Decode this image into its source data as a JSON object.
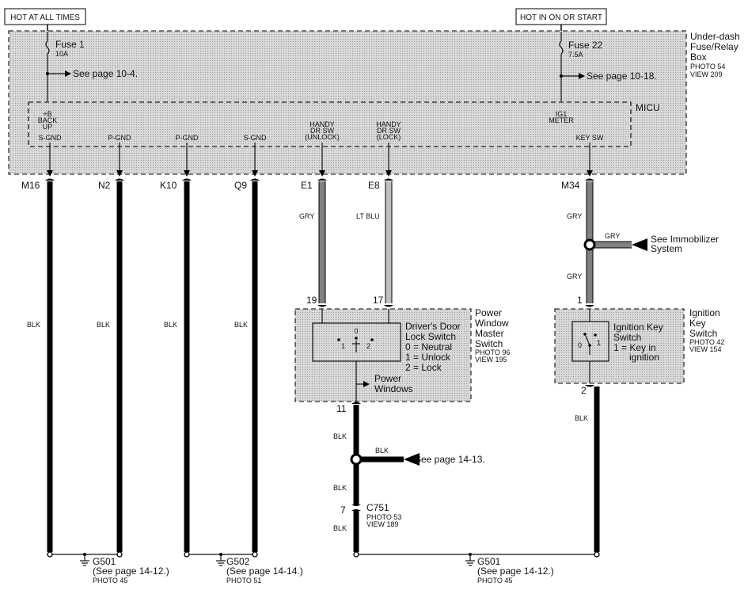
{
  "labels": {
    "hot_at_all_times": "HOT AT ALL TIMES",
    "hot_in_on_or_start": "HOT IN ON OR START"
  },
  "fuse_box": {
    "name_l1": "Under-dash",
    "name_l2": "Fuse/Relay",
    "name_l3": "Box",
    "photo": "PHOTO 54",
    "view": "VIEW 209",
    "fuse1_name": "Fuse 1",
    "fuse1_rating": "10A",
    "fuse1_ref": "See page 10-4.",
    "fuse22_name": "Fuse 22",
    "fuse22_rating": "7.5A",
    "fuse22_ref": "See page 10-18."
  },
  "micu": {
    "name": "MICU",
    "backup_l1": "+B",
    "backup_l2": "BACK",
    "backup_l3": "UP",
    "ig1_l1": "IG1",
    "ig1_l2": "METER",
    "terminals": [
      "S-GND",
      "P-GND",
      "P-GND",
      "S-GND",
      "HANDY",
      "HANDY",
      "KEY SW"
    ],
    "handy_unlock_l2": "DR SW",
    "handy_unlock_l3": "(UNLOCK)",
    "handy_lock_l2": "DR SW",
    "handy_lock_l3": "(LOCK)"
  },
  "pins": [
    "M16",
    "N2",
    "K10",
    "Q9",
    "E1",
    "E8",
    "M34"
  ],
  "wires": {
    "blk": "BLK",
    "gry": "GRY",
    "lt_blu": "LT BLU"
  },
  "immobilizer": {
    "wire": "GRY",
    "ref_l1": "See Immobilizer",
    "ref_l2": "System"
  },
  "pww": {
    "pin19": "19",
    "pin17": "17",
    "pin11": "11",
    "title_l1": "Power",
    "title_l2": "Window",
    "title_l3": "Master",
    "title_l4": "Switch",
    "photo": "PHOTO 96",
    "view": "VIEW 195",
    "sw_title_l1": "Driver's Door",
    "sw_title_l2": "Lock Switch",
    "sw_l3": "0 = Neutral",
    "sw_l4": "1 = Unlock",
    "sw_l5": "2 = Lock",
    "pos0": "0",
    "pos1": "1",
    "pos2": "2",
    "power_windows_l1": "Power",
    "power_windows_l2": "Windows"
  },
  "ignition": {
    "pin1": "1",
    "pin2": "2",
    "title_l1": "Ignition",
    "title_l2": "Key",
    "title_l3": "Switch",
    "photo": "PHOTO 42",
    "view": "VIEW 154",
    "sw_l1": "Ignition Key",
    "sw_l2": "Switch",
    "sw_l3": "1 = Key in",
    "sw_l4": "ignition",
    "pos0": "0",
    "pos1": "1"
  },
  "splice": {
    "wire": "BLK",
    "ref": "See page 14-13."
  },
  "connector": {
    "pin": "7",
    "name": "C751",
    "photo": "PHOTO 53",
    "view": "VIEW 189"
  },
  "grounds": [
    {
      "name": "G501",
      "ref": "(See page 14-12.)",
      "photo": "PHOTO 45"
    },
    {
      "name": "G502",
      "ref": "(See page 14-14.)",
      "photo": "PHOTO 51"
    },
    {
      "name": "G501",
      "ref": "(See page 14-12.)",
      "photo": "PHOTO 45"
    }
  ]
}
